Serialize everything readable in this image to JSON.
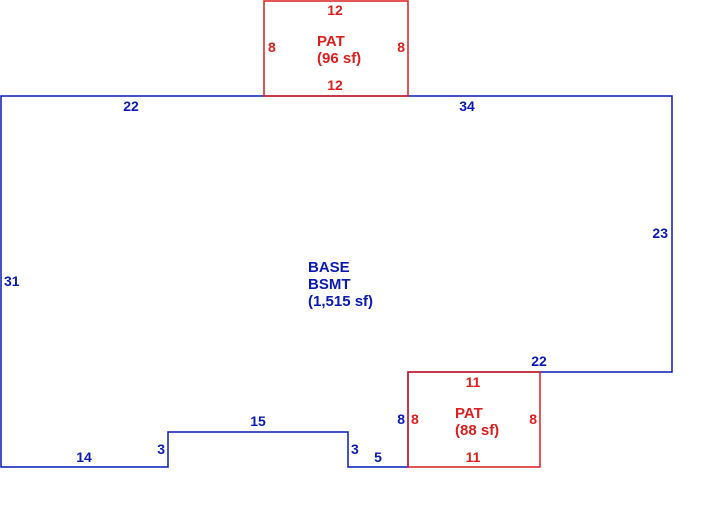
{
  "colors": {
    "base": "#0a19b4",
    "patio": "#dc1e1e"
  },
  "base": {
    "name1": "BASE",
    "name2": "BSMT",
    "area": "(1,515 sf)",
    "dims": {
      "top_left": "22",
      "top_right": "34",
      "right": "23",
      "left": "31",
      "step_top": "22",
      "inner_right": "8",
      "bottom_left": "14",
      "notch_left": "3",
      "notch_top": "15",
      "notch_right": "3",
      "bottom_mid": "5"
    }
  },
  "patio_top": {
    "name": "PAT",
    "area": "(96 sf)",
    "dims": {
      "top": "12",
      "bottom": "12",
      "left": "8",
      "right": "8"
    }
  },
  "patio_bottom": {
    "name": "PAT",
    "area": "(88 sf)",
    "dims": {
      "top": "11",
      "bottom": "11",
      "left": "8",
      "right": "8"
    }
  }
}
